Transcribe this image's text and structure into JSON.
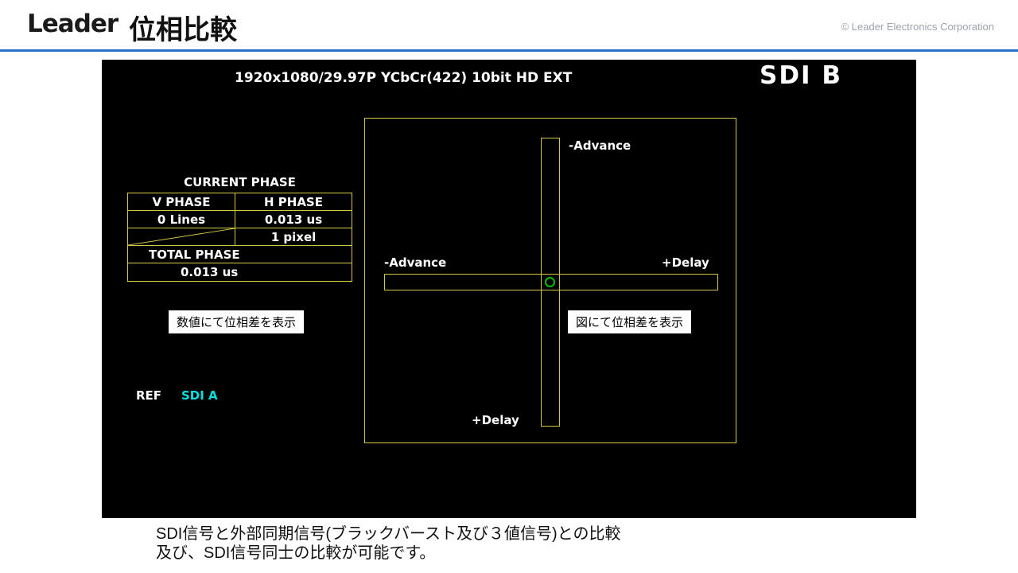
{
  "header": {
    "logo": "Leader",
    "title": "位相比較",
    "copyright": "© Leader Electronics Corporation"
  },
  "screen": {
    "status_line": "1920x1080/29.97P YCbCr(422) 10bit HD EXT",
    "input_label": "SDI B",
    "phase_table": {
      "title": "CURRENT PHASE",
      "col_headers": [
        "V PHASE",
        "H PHASE"
      ],
      "v_phase_value": "0 Lines",
      "h_phase_value_us": "0.013 us",
      "h_phase_value_pixel": "1 pixel",
      "total_label": "TOTAL PHASE",
      "total_value": "0.013 us"
    },
    "annotations": {
      "numeric": "数値にて位相差を表示",
      "graphic": "図にて位相差を表示"
    },
    "reference": {
      "label": "REF",
      "value": "SDI A"
    },
    "diagram": {
      "top_label": "-Advance",
      "left_label": "-Advance",
      "right_label": "+Delay",
      "bottom_label": "+Delay"
    }
  },
  "footer": {
    "line1": "SDI信号と外部同期信号(ブラックバースト及び３値信号)との比較",
    "line2": "及び、SDI信号同士の比較が可能です。"
  },
  "colors": {
    "accent_yellow": "#d6c645",
    "accent_cyan": "#00e0e0",
    "marker_green": "#00c000",
    "header_rule_blue": "#2a6fc9"
  }
}
